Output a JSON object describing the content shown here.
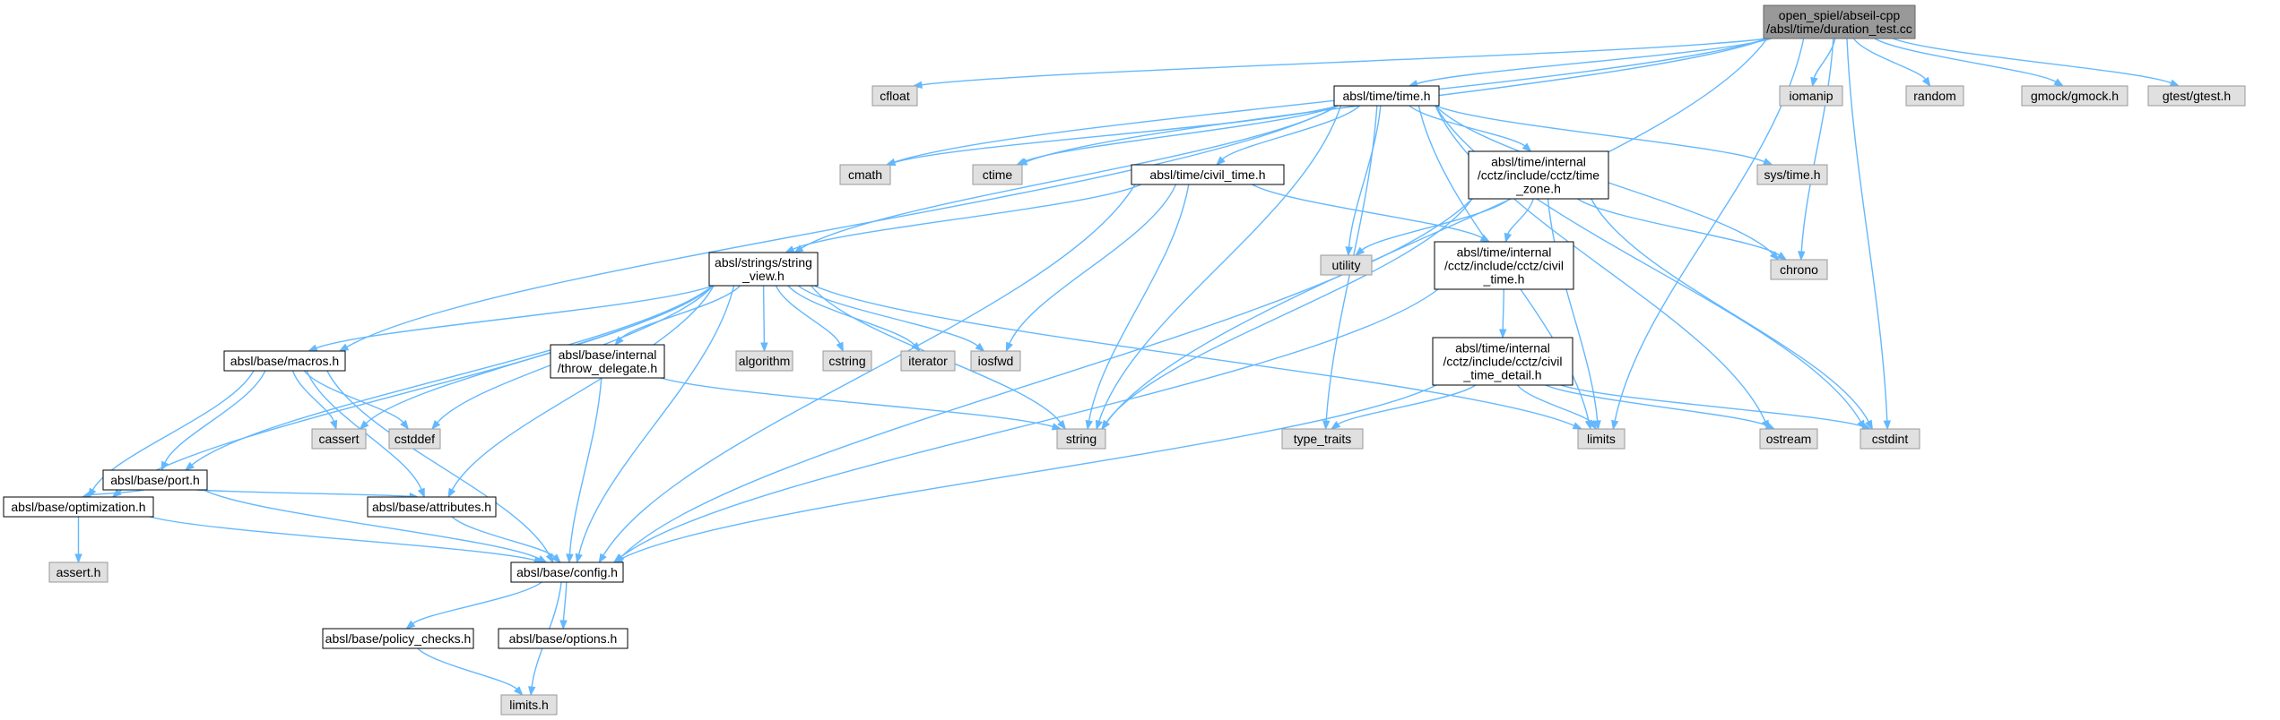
{
  "graph": {
    "nodes": [
      {
        "id": "duration_test",
        "lines": [
          "open_spiel/abseil-cpp",
          "/absl/time/duration_test.cc"
        ],
        "kind": "header"
      },
      {
        "id": "cfloat",
        "lines": [
          "cfloat"
        ],
        "kind": "sys"
      },
      {
        "id": "time_h",
        "lines": [
          "absl/time/time.h"
        ],
        "kind": "doc"
      },
      {
        "id": "iomanip",
        "lines": [
          "iomanip"
        ],
        "kind": "sys"
      },
      {
        "id": "random",
        "lines": [
          "random"
        ],
        "kind": "sys"
      },
      {
        "id": "gmock",
        "lines": [
          "gmock/gmock.h"
        ],
        "kind": "sys"
      },
      {
        "id": "gtest",
        "lines": [
          "gtest/gtest.h"
        ],
        "kind": "sys"
      },
      {
        "id": "cmath",
        "lines": [
          "cmath"
        ],
        "kind": "sys"
      },
      {
        "id": "ctime",
        "lines": [
          "ctime"
        ],
        "kind": "sys"
      },
      {
        "id": "civil_time_h",
        "lines": [
          "absl/time/civil_time.h"
        ],
        "kind": "doc"
      },
      {
        "id": "cctz_time_zone",
        "lines": [
          "absl/time/internal",
          "/cctz/include/cctz/time",
          "_zone.h"
        ],
        "kind": "doc"
      },
      {
        "id": "sys_time",
        "lines": [
          "sys/time.h"
        ],
        "kind": "sys"
      },
      {
        "id": "utility",
        "lines": [
          "utility"
        ],
        "kind": "sys"
      },
      {
        "id": "chrono",
        "lines": [
          "chrono"
        ],
        "kind": "sys"
      },
      {
        "id": "string_view",
        "lines": [
          "absl/strings/string",
          "_view.h"
        ],
        "kind": "doc"
      },
      {
        "id": "cctz_civil_time",
        "lines": [
          "absl/time/internal",
          "/cctz/include/cctz/civil",
          "_time.h"
        ],
        "kind": "doc"
      },
      {
        "id": "macros",
        "lines": [
          "absl/base/macros.h"
        ],
        "kind": "doc"
      },
      {
        "id": "throw_delegate",
        "lines": [
          "absl/base/internal",
          "/throw_delegate.h"
        ],
        "kind": "doc"
      },
      {
        "id": "algorithm",
        "lines": [
          "algorithm"
        ],
        "kind": "sys"
      },
      {
        "id": "cstring",
        "lines": [
          "cstring"
        ],
        "kind": "sys"
      },
      {
        "id": "iterator",
        "lines": [
          "iterator"
        ],
        "kind": "sys"
      },
      {
        "id": "iosfwd",
        "lines": [
          "iosfwd"
        ],
        "kind": "sys"
      },
      {
        "id": "cctz_civil_detail",
        "lines": [
          "absl/time/internal",
          "/cctz/include/cctz/civil",
          "_time_detail.h"
        ],
        "kind": "doc"
      },
      {
        "id": "cassert",
        "lines": [
          "cassert"
        ],
        "kind": "sys"
      },
      {
        "id": "cstddef",
        "lines": [
          "cstddef"
        ],
        "kind": "sys"
      },
      {
        "id": "string",
        "lines": [
          "string"
        ],
        "kind": "sys"
      },
      {
        "id": "type_traits",
        "lines": [
          "type_traits"
        ],
        "kind": "sys"
      },
      {
        "id": "limits",
        "lines": [
          "limits"
        ],
        "kind": "sys"
      },
      {
        "id": "ostream",
        "lines": [
          "ostream"
        ],
        "kind": "sys"
      },
      {
        "id": "cstdint",
        "lines": [
          "cstdint"
        ],
        "kind": "sys"
      },
      {
        "id": "port",
        "lines": [
          "absl/base/port.h"
        ],
        "kind": "doc"
      },
      {
        "id": "optimization",
        "lines": [
          "absl/base/optimization.h"
        ],
        "kind": "doc"
      },
      {
        "id": "attributes",
        "lines": [
          "absl/base/attributes.h"
        ],
        "kind": "doc"
      },
      {
        "id": "assert_h",
        "lines": [
          "assert.h"
        ],
        "kind": "sys"
      },
      {
        "id": "config",
        "lines": [
          "absl/base/config.h"
        ],
        "kind": "doc"
      },
      {
        "id": "policy_checks",
        "lines": [
          "absl/base/policy_checks.h"
        ],
        "kind": "doc"
      },
      {
        "id": "options",
        "lines": [
          "absl/base/options.h"
        ],
        "kind": "doc"
      },
      {
        "id": "limits_h",
        "lines": [
          "limits.h"
        ],
        "kind": "sys"
      }
    ],
    "edges": [
      [
        "duration_test",
        "cfloat"
      ],
      [
        "duration_test",
        "cmath"
      ],
      [
        "duration_test",
        "ctime"
      ],
      [
        "duration_test",
        "iomanip"
      ],
      [
        "duration_test",
        "limits"
      ],
      [
        "duration_test",
        "random"
      ],
      [
        "duration_test",
        "string"
      ],
      [
        "duration_test",
        "gmock"
      ],
      [
        "duration_test",
        "gtest"
      ],
      [
        "duration_test",
        "time_h"
      ],
      [
        "duration_test",
        "chrono"
      ],
      [
        "duration_test",
        "cstdint"
      ],
      [
        "time_h",
        "cmath"
      ],
      [
        "time_h",
        "ctime"
      ],
      [
        "time_h",
        "sys_time"
      ],
      [
        "time_h",
        "chrono"
      ],
      [
        "time_h",
        "cstdint"
      ],
      [
        "time_h",
        "limits"
      ],
      [
        "time_h",
        "ostream"
      ],
      [
        "time_h",
        "string"
      ],
      [
        "time_h",
        "type_traits"
      ],
      [
        "time_h",
        "utility"
      ],
      [
        "time_h",
        "macros"
      ],
      [
        "time_h",
        "string_view"
      ],
      [
        "time_h",
        "civil_time_h"
      ],
      [
        "time_h",
        "cctz_time_zone"
      ],
      [
        "civil_time_h",
        "string"
      ],
      [
        "civil_time_h",
        "config"
      ],
      [
        "civil_time_h",
        "string_view"
      ],
      [
        "civil_time_h",
        "cctz_civil_time"
      ],
      [
        "civil_time_h",
        "iosfwd"
      ],
      [
        "cctz_time_zone",
        "chrono"
      ],
      [
        "cctz_time_zone",
        "cstdint"
      ],
      [
        "cctz_time_zone",
        "limits"
      ],
      [
        "cctz_time_zone",
        "ratio_skip"
      ],
      [
        "cctz_time_zone",
        "string"
      ],
      [
        "cctz_time_zone",
        "utility"
      ],
      [
        "cctz_time_zone",
        "config"
      ],
      [
        "cctz_time_zone",
        "cctz_civil_time"
      ],
      [
        "cctz_civil_time",
        "config"
      ],
      [
        "cctz_civil_time",
        "cctz_civil_detail"
      ],
      [
        "cctz_civil_detail",
        "cstdint"
      ],
      [
        "cctz_civil_detail",
        "limits"
      ],
      [
        "cctz_civil_detail",
        "ostream"
      ],
      [
        "cctz_civil_detail",
        "type_traits"
      ],
      [
        "cctz_civil_detail",
        "config"
      ],
      [
        "string_view",
        "algorithm"
      ],
      [
        "string_view",
        "cassert"
      ],
      [
        "string_view",
        "cstddef"
      ],
      [
        "string_view",
        "cstring"
      ],
      [
        "string_view",
        "iosfwd"
      ],
      [
        "string_view",
        "iterator"
      ],
      [
        "string_view",
        "limits"
      ],
      [
        "string_view",
        "string"
      ],
      [
        "string_view",
        "config"
      ],
      [
        "string_view",
        "attributes"
      ],
      [
        "string_view",
        "optimization"
      ],
      [
        "string_view",
        "port"
      ],
      [
        "string_view",
        "throw_delegate"
      ],
      [
        "string_view",
        "macros"
      ],
      [
        "throw_delegate",
        "string"
      ],
      [
        "throw_delegate",
        "config"
      ],
      [
        "macros",
        "cassert"
      ],
      [
        "macros",
        "cstddef"
      ],
      [
        "macros",
        "attributes"
      ],
      [
        "macros",
        "config"
      ],
      [
        "macros",
        "optimization"
      ],
      [
        "macros",
        "port"
      ],
      [
        "port",
        "attributes"
      ],
      [
        "port",
        "config"
      ],
      [
        "port",
        "optimization"
      ],
      [
        "optimization",
        "assert_h"
      ],
      [
        "optimization",
        "config"
      ],
      [
        "attributes",
        "config"
      ],
      [
        "config",
        "limits_h"
      ],
      [
        "config",
        "options"
      ],
      [
        "config",
        "policy_checks"
      ],
      [
        "policy_checks",
        "limits_h"
      ]
    ]
  }
}
